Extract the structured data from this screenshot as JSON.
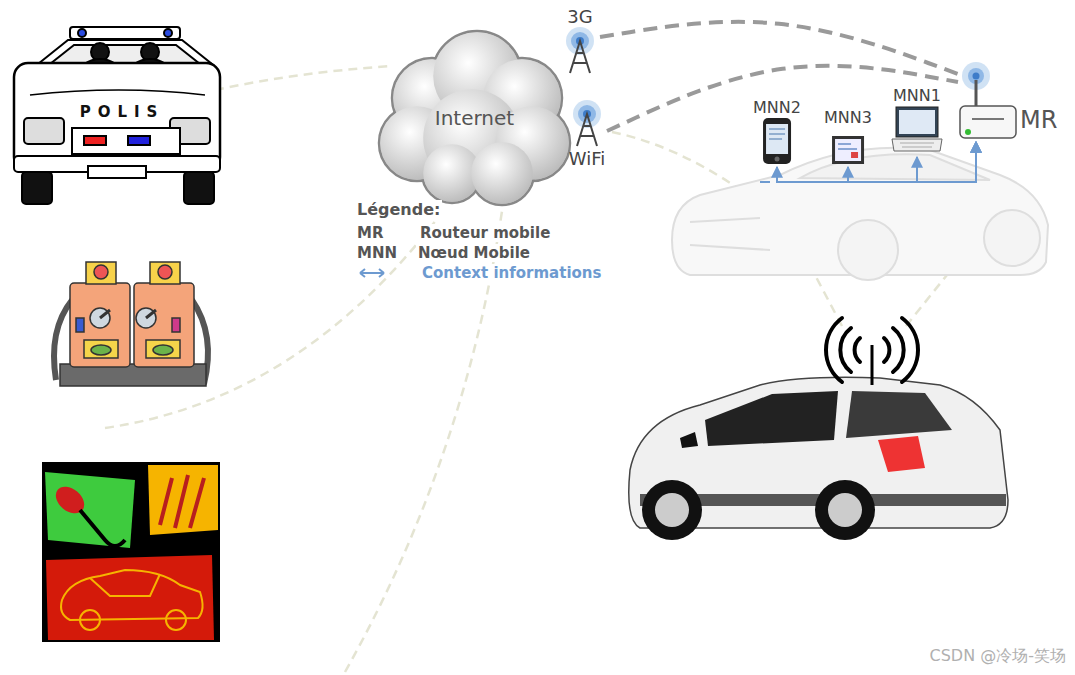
{
  "diagram": {
    "nodes": [
      {
        "text": [
          "Internet"
        ]
      },
      {
        "text": [
          "3G"
        ]
      },
      {
        "text": [
          "WiFi"
        ]
      },
      {
        "text": [
          "MNN2"
        ]
      },
      {
        "text": [
          "MNN3"
        ]
      },
      {
        "text": [
          "MNN1"
        ]
      },
      {
        "text": [
          "MR"
        ]
      }
    ],
    "edges": [
      {
        "from": 1,
        "to": 6,
        "arrow": "none"
      },
      {
        "from": 2,
        "to": 6,
        "arrow": "none"
      },
      {
        "from": 3,
        "to": 6,
        "arrow": "both"
      },
      {
        "from": 4,
        "to": 6,
        "arrow": "both"
      },
      {
        "from": 5,
        "to": 6,
        "arrow": "both"
      }
    ],
    "labels": [
      "POLIS",
      "Légende:",
      "MR",
      "MNN",
      "CSDN @冷场-笑场"
    ],
    "legend": [
      {
        "text": "Routeur mobile"
      },
      {
        "text": "Nœud Mobile"
      },
      {
        "text": "Context informations"
      }
    ]
  }
}
